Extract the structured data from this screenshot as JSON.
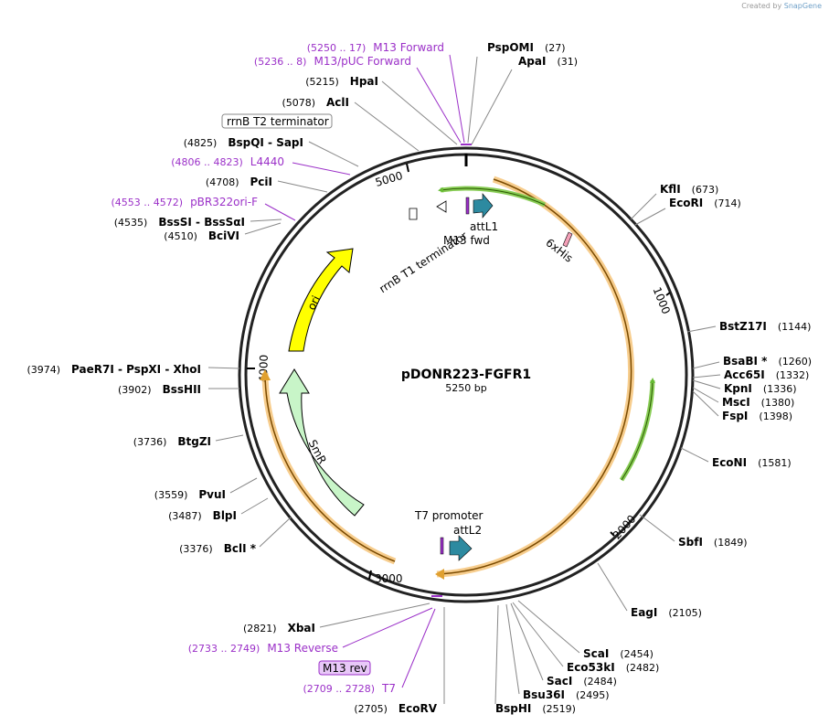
{
  "credit": {
    "prefix": "Created by",
    "brand": "SnapGene"
  },
  "plasmid": {
    "name": "pDONR223-FGFR1",
    "size_label": "5250 bp",
    "length": 5250
  },
  "colors": {
    "backbone": "#222222",
    "feature_purple": "#9b30c8",
    "orange_arc": "#f0b040",
    "green_arc": "#66bb33",
    "ori_fill": "#ffff00",
    "smr_fill": "#c8f5c8",
    "att_fill": "#2d8aa0"
  },
  "ticks": [
    "1000",
    "2000",
    "3000",
    "4000",
    "5000"
  ],
  "features": {
    "rrnB_T1": "rrnB T1 terminator",
    "attL1": "attL1",
    "M13_fwd": "M13 fwd",
    "6xHis": "6xHis",
    "ori": "ori",
    "SmR": "SmR",
    "T7_promoter": "T7 promoter",
    "attL2": "attL2"
  },
  "site_labels": [
    {
      "id": "psp",
      "name": "PspOMI",
      "pos": "(27)"
    },
    {
      "id": "apa",
      "name": "ApaI",
      "pos": "(31)"
    },
    {
      "id": "kfl",
      "name": "KflI",
      "pos": "(673)"
    },
    {
      "id": "ecori",
      "name": "EcoRI",
      "pos": "(714)"
    },
    {
      "id": "bstz",
      "name": "BstZ17I",
      "pos": "(1144)"
    },
    {
      "id": "bsab",
      "name": "BsaBI *",
      "pos": "(1260)"
    },
    {
      "id": "acc65",
      "name": "Acc65I",
      "pos": "(1332)"
    },
    {
      "id": "kpn",
      "name": "KpnI",
      "pos": "(1336)"
    },
    {
      "id": "msc",
      "name": "MscI",
      "pos": "(1380)"
    },
    {
      "id": "fsp",
      "name": "FspI",
      "pos": "(1398)"
    },
    {
      "id": "econi",
      "name": "EcoNI",
      "pos": "(1581)"
    },
    {
      "id": "sbf",
      "name": "SbfI",
      "pos": "(1849)"
    },
    {
      "id": "eag",
      "name": "EagI",
      "pos": "(2105)"
    },
    {
      "id": "sca",
      "name": "ScaI",
      "pos": "(2454)"
    },
    {
      "id": "eco53",
      "name": "Eco53kI",
      "pos": "(2482)"
    },
    {
      "id": "sac",
      "name": "SacI",
      "pos": "(2484)"
    },
    {
      "id": "bsu36",
      "name": "Bsu36I",
      "pos": "(2495)"
    },
    {
      "id": "bsphi",
      "name": "BspHI",
      "pos": "(2519)"
    },
    {
      "id": "ecorv",
      "name": "EcoRV",
      "pos": "(2705)"
    },
    {
      "id": "xba",
      "name": "XbaI",
      "pos": "(2821)"
    },
    {
      "id": "bcli",
      "name": "BclI *",
      "pos": "(3376)"
    },
    {
      "id": "blp",
      "name": "BlpI",
      "pos": "(3487)"
    },
    {
      "id": "pvu",
      "name": "PvuI",
      "pos": "(3559)"
    },
    {
      "id": "btgz",
      "name": "BtgZI",
      "pos": "(3736)"
    },
    {
      "id": "bsshii",
      "name": "BssHII",
      "pos": "(3902)"
    },
    {
      "id": "paer",
      "name": "PaeR7I - PspXI - XhoI",
      "pos": "(3974)"
    },
    {
      "id": "bcivi",
      "name": "BciVI",
      "pos": "(4510)"
    },
    {
      "id": "bsssi",
      "name": "BssSI - BssSαI",
      "pos": "(4535)"
    },
    {
      "id": "pci",
      "name": "PciI",
      "pos": "(4708)"
    },
    {
      "id": "bspqi",
      "name": "BspQI - SapI",
      "pos": "(4825)"
    },
    {
      "id": "acl",
      "name": "AclI",
      "pos": "(5078)"
    },
    {
      "id": "hpa",
      "name": "HpaI",
      "pos": "(5215)"
    }
  ],
  "primer_labels": [
    {
      "id": "m13f",
      "range": "(5250 .. 17)",
      "name": "M13 Forward"
    },
    {
      "id": "m13puc",
      "range": "(5236 .. 8)",
      "name": "M13/pUC Forward"
    },
    {
      "id": "l4440",
      "range": "(4806 .. 4823)",
      "name": "L4440"
    },
    {
      "id": "pbr",
      "range": "(4553 .. 4572)",
      "name": "pBR322ori-F"
    },
    {
      "id": "m13r",
      "range": "(2733 .. 2749)",
      "name": "M13 Reverse"
    },
    {
      "id": "t7",
      "range": "(2709 .. 2728)",
      "name": "T7"
    }
  ],
  "boxed_labels": {
    "rrnb_t2": "rrnB T2 terminator",
    "m13_rev": "M13 rev"
  }
}
